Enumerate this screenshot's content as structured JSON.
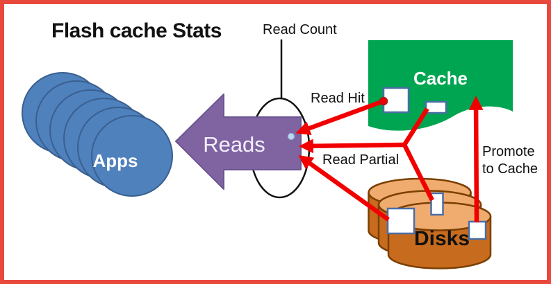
{
  "title": "Flash cache Stats",
  "nodes": {
    "apps": {
      "label": "Apps"
    },
    "reads": {
      "label": "Reads"
    },
    "cache": {
      "label": "Cache"
    },
    "disks": {
      "label": "Disks"
    }
  },
  "annotations": {
    "read_count": "Read Count",
    "read_hit": "Read Hit",
    "read_partial": "Read Partial",
    "promote_to_cache": {
      "line1": "Promote",
      "line2": "to Cache"
    }
  },
  "colors": {
    "border": "#E8493C",
    "arrow_red": "#F20000",
    "apps_blue": "#4F81BD",
    "apps_blue_border": "#3A5F8F",
    "purple": "#8064A2",
    "purple_border": "#6C5691",
    "green": "#00A551",
    "disk_body": "#C76B1E",
    "disk_top": "#F0AC6E",
    "disk_border": "#7B3F00",
    "square_border": "#4A6DA7",
    "marker_dot_blue": "#BDD7EE",
    "text": "#111111",
    "white": "#FFFFFF"
  }
}
